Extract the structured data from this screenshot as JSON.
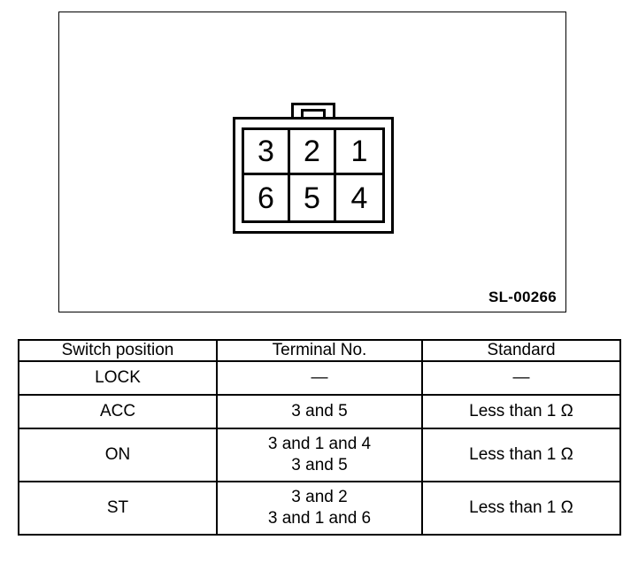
{
  "figure": {
    "id_label": "SL-00266",
    "connector": {
      "name": "ignition-switch-connector",
      "pins": [
        [
          {
            "number": "3"
          },
          {
            "number": "2"
          },
          {
            "number": "1"
          }
        ],
        [
          {
            "number": "6"
          },
          {
            "number": "5"
          },
          {
            "number": "4"
          }
        ]
      ]
    }
  },
  "table": {
    "headers": [
      "Switch position",
      "Terminal No.",
      "Standard"
    ],
    "rows": [
      {
        "position": "LOCK",
        "terminal_lines": [
          "—"
        ],
        "standard": "—"
      },
      {
        "position": "ACC",
        "terminal_lines": [
          "3 and 5"
        ],
        "standard": "Less than 1 Ω"
      },
      {
        "position": "ON",
        "terminal_lines": [
          "3 and 1 and 4",
          "3 and 5"
        ],
        "standard": "Less than 1 Ω"
      },
      {
        "position": "ST",
        "terminal_lines": [
          "3 and 2",
          "3 and 1 and 6"
        ],
        "standard": "Less than 1 Ω"
      }
    ]
  }
}
